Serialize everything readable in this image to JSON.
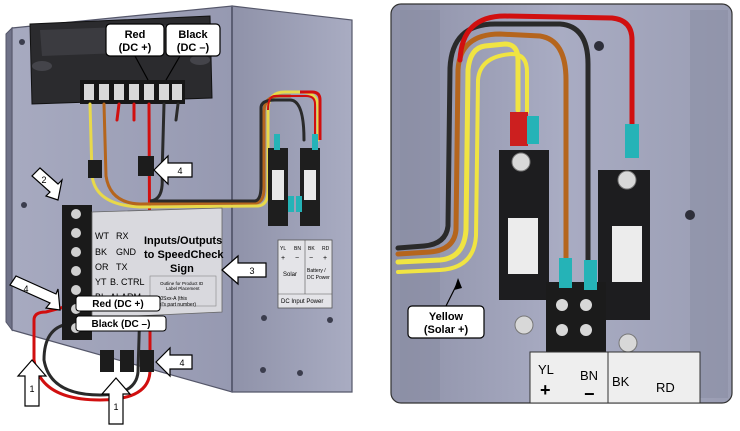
{
  "left_figure": {
    "callouts": {
      "red_dc_plus": [
        "Red",
        "(DC +)"
      ],
      "black_dc_minus": [
        "Black",
        "(DC –)"
      ],
      "red_dc_plus_bottom": "Red (DC +)",
      "black_dc_minus_bottom": "Black (DC –)"
    },
    "numbered_arrows": {
      "top_right_4": "4",
      "left_2": "2",
      "right_3": "3",
      "left_4": "4",
      "bottom_right_4": "4",
      "bottom_left_1": "1",
      "bottom_mid_1": "1"
    },
    "terminal_labels": [
      {
        "left": "WT",
        "right": "RX"
      },
      {
        "left": "BK",
        "right": "GND"
      },
      {
        "left": "OR",
        "right": "TX"
      },
      {
        "left": "YT",
        "right": "B. CTRL"
      },
      {
        "left": "BL",
        "right": "ALARM"
      }
    ],
    "io_label": {
      "title": [
        "Inputs/Outputs",
        "to SpeedCheck",
        "Sign"
      ],
      "fine_print": [
        "Outline for Product ID",
        "Label Placement"
      ],
      "part_text": [
        "8000Sxx-A (this",
        "label's part number)"
      ]
    },
    "dc_input_label": {
      "col_left": [
        "YL",
        "BN"
      ],
      "col_right": [
        "BK",
        "RD"
      ],
      "signs": [
        "+",
        "−",
        "−",
        "+"
      ],
      "solar": "Solar",
      "battery": [
        "Battery /",
        "DC Power"
      ],
      "footer": "DC Input Power"
    }
  },
  "right_figure": {
    "callout": [
      "Yellow",
      "(Solar +)"
    ],
    "terminal_labels": {
      "yl": "YL",
      "bn": "BN",
      "bk": "BK",
      "rd": "RD",
      "plus": "+",
      "minus": "−"
    }
  },
  "colors": {
    "panel": "#a3a6bd",
    "panel_light": "#c2c5d6",
    "panel_dark": "#7d8097",
    "red_wire": "#d10f0f",
    "black_wire": "#2a2a2a",
    "yellow_wire": "#f0e442",
    "brown_wire": "#b5651d",
    "teal_terminal": "#25b3b7",
    "terminal_block": "#1f1f1f"
  }
}
